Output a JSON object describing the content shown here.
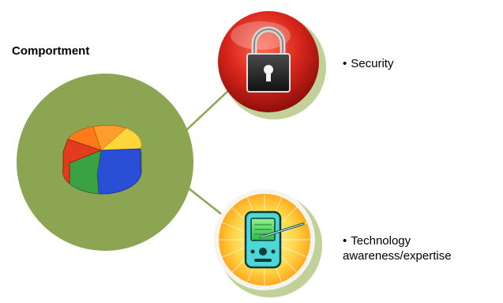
{
  "diagram": {
    "title": "Comportment",
    "items": [
      {
        "bullet": "•",
        "label": "Security",
        "icon": "padlock-icon"
      },
      {
        "bullet": "•",
        "label_line1": "Technology",
        "label_line2": "awareness/expertise",
        "icon": "pda-stylus-icon"
      }
    ],
    "center_icon": "pie-chart-icon",
    "colors": {
      "center_circle": "#8ca552",
      "connector": "#8ca552",
      "security_circle": "#d9261c",
      "tech_circle": "#ffc52a",
      "shadow": "#c2d19a"
    }
  }
}
